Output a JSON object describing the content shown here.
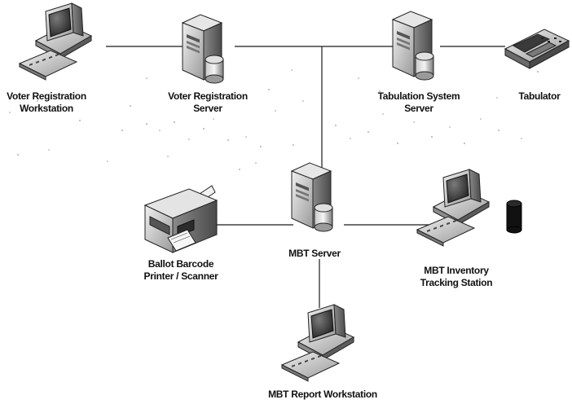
{
  "nodes": {
    "voter_registration_workstation": {
      "label": [
        "Voter Registration",
        "Workstation"
      ],
      "icon": "workstation-icon"
    },
    "voter_registration_server": {
      "label": [
        "Voter Registration",
        "Server"
      ],
      "icon": "database-server-icon"
    },
    "tabulation_system_server": {
      "label": [
        "Tabulation System",
        "Server"
      ],
      "icon": "database-server-icon"
    },
    "tabulator": {
      "label": [
        "Tabulator"
      ],
      "icon": "tabulator-device-icon"
    },
    "ballot_barcode_printer_scanner": {
      "label": [
        "Ballot Barcode",
        "Printer / Scanner"
      ],
      "icon": "printer-scanner-icon"
    },
    "mbt_server": {
      "label": [
        "MBT Server"
      ],
      "icon": "database-server-icon"
    },
    "mbt_inventory_tracking_station": {
      "label": [
        "MBT Inventory",
        "Tracking Station"
      ],
      "icon": "workstation-icon"
    },
    "mbt_report_workstation": {
      "label": [
        "MBT Report Workstation"
      ],
      "icon": "workstation-icon"
    }
  },
  "connections": [
    [
      "voter_registration_workstation",
      "voter_registration_server"
    ],
    [
      "voter_registration_server",
      "tabulation_system_server"
    ],
    [
      "tabulation_system_server",
      "tabulator"
    ],
    [
      "voter_registration_server",
      "mbt_server"
    ],
    [
      "ballot_barcode_printer_scanner",
      "mbt_server"
    ],
    [
      "mbt_server",
      "mbt_inventory_tracking_station"
    ],
    [
      "mbt_server",
      "mbt_report_workstation"
    ]
  ],
  "extra_icons": [
    "black-cylinder-icon"
  ],
  "colors": {
    "line": "#1a1a1a",
    "device_body": "#d4d4d4",
    "device_dark": "#6a6a6a",
    "screen": "#3c3c3c"
  }
}
